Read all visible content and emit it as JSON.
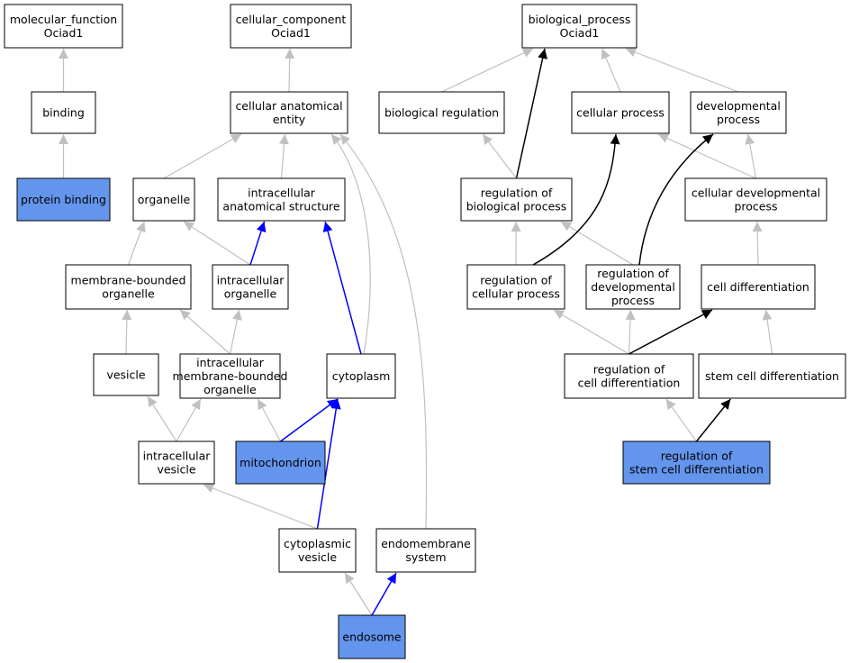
{
  "colors": {
    "highlight_fill": "#6495ed",
    "plain_fill": "#ffffff",
    "edge_gray": "#c0c0c0",
    "edge_black": "#000000",
    "edge_blue": "#0000ff"
  },
  "nodes": [
    {
      "id": "mf",
      "lines": [
        "molecular_function",
        "Ociad1"
      ],
      "highlight": false
    },
    {
      "id": "binding",
      "lines": [
        "binding"
      ],
      "highlight": false
    },
    {
      "id": "protein_binding",
      "lines": [
        "protein binding"
      ],
      "highlight": true
    },
    {
      "id": "cc",
      "lines": [
        "cellular_component",
        "Ociad1"
      ],
      "highlight": false
    },
    {
      "id": "cae",
      "lines": [
        "cellular anatomical",
        "entity"
      ],
      "highlight": false
    },
    {
      "id": "organelle",
      "lines": [
        "organelle"
      ],
      "highlight": false
    },
    {
      "id": "ias",
      "lines": [
        "intracellular",
        "anatomical structure"
      ],
      "highlight": false
    },
    {
      "id": "mbo",
      "lines": [
        "membrane-bounded",
        "organelle"
      ],
      "highlight": false
    },
    {
      "id": "io",
      "lines": [
        "intracellular",
        "organelle"
      ],
      "highlight": false
    },
    {
      "id": "vesicle",
      "lines": [
        "vesicle"
      ],
      "highlight": false
    },
    {
      "id": "imbo",
      "lines": [
        "intracellular",
        "membrane-bounded",
        "organelle"
      ],
      "highlight": false
    },
    {
      "id": "cytoplasm",
      "lines": [
        "cytoplasm"
      ],
      "highlight": false
    },
    {
      "id": "iv",
      "lines": [
        "intracellular",
        "vesicle"
      ],
      "highlight": false
    },
    {
      "id": "mito",
      "lines": [
        "mitochondrion"
      ],
      "highlight": true
    },
    {
      "id": "cv",
      "lines": [
        "cytoplasmic",
        "vesicle"
      ],
      "highlight": false
    },
    {
      "id": "ems",
      "lines": [
        "endomembrane",
        "system"
      ],
      "highlight": false
    },
    {
      "id": "endosome",
      "lines": [
        "endosome"
      ],
      "highlight": true
    },
    {
      "id": "bp",
      "lines": [
        "biological_process",
        "Ociad1"
      ],
      "highlight": false
    },
    {
      "id": "breg",
      "lines": [
        "biological regulation"
      ],
      "highlight": false
    },
    {
      "id": "cp",
      "lines": [
        "cellular process"
      ],
      "highlight": false
    },
    {
      "id": "dp",
      "lines": [
        "developmental",
        "process"
      ],
      "highlight": false
    },
    {
      "id": "rbp",
      "lines": [
        "regulation of",
        "biological process"
      ],
      "highlight": false
    },
    {
      "id": "cdp",
      "lines": [
        "cellular developmental",
        "process"
      ],
      "highlight": false
    },
    {
      "id": "rcp",
      "lines": [
        "regulation of",
        "cellular process"
      ],
      "highlight": false
    },
    {
      "id": "rdp",
      "lines": [
        "regulation of",
        "developmental",
        "process"
      ],
      "highlight": false
    },
    {
      "id": "cd",
      "lines": [
        "cell differentiation"
      ],
      "highlight": false
    },
    {
      "id": "rcd",
      "lines": [
        "regulation of",
        "cell differentiation"
      ],
      "highlight": false
    },
    {
      "id": "scd",
      "lines": [
        "stem cell differentiation"
      ],
      "highlight": false
    },
    {
      "id": "rscd",
      "lines": [
        "regulation of",
        "stem cell differentiation"
      ],
      "highlight": true
    }
  ],
  "edges": [
    {
      "from": "binding",
      "to": "mf",
      "color": "gray"
    },
    {
      "from": "protein_binding",
      "to": "binding",
      "color": "gray"
    },
    {
      "from": "cae",
      "to": "cc",
      "color": "gray"
    },
    {
      "from": "organelle",
      "to": "cae",
      "color": "gray"
    },
    {
      "from": "ias",
      "to": "cae",
      "color": "gray"
    },
    {
      "from": "cytoplasm",
      "to": "cae",
      "color": "gray"
    },
    {
      "from": "ems",
      "to": "cae",
      "color": "gray"
    },
    {
      "from": "mbo",
      "to": "organelle",
      "color": "gray"
    },
    {
      "from": "io",
      "to": "organelle",
      "color": "gray"
    },
    {
      "from": "io",
      "to": "ias",
      "color": "blue"
    },
    {
      "from": "cytoplasm",
      "to": "ias",
      "color": "blue"
    },
    {
      "from": "vesicle",
      "to": "mbo",
      "color": "gray"
    },
    {
      "from": "imbo",
      "to": "mbo",
      "color": "gray"
    },
    {
      "from": "imbo",
      "to": "io",
      "color": "gray"
    },
    {
      "from": "iv",
      "to": "vesicle",
      "color": "gray"
    },
    {
      "from": "iv",
      "to": "imbo",
      "color": "gray"
    },
    {
      "from": "mito",
      "to": "imbo",
      "color": "gray"
    },
    {
      "from": "mito",
      "to": "cytoplasm",
      "color": "blue"
    },
    {
      "from": "cv",
      "to": "iv",
      "color": "gray"
    },
    {
      "from": "cv",
      "to": "cytoplasm",
      "color": "blue"
    },
    {
      "from": "endosome",
      "to": "cv",
      "color": "gray"
    },
    {
      "from": "endosome",
      "to": "ems",
      "color": "blue"
    },
    {
      "from": "breg",
      "to": "bp",
      "color": "gray"
    },
    {
      "from": "rbp",
      "to": "bp",
      "color": "black"
    },
    {
      "from": "cp",
      "to": "bp",
      "color": "gray"
    },
    {
      "from": "dp",
      "to": "bp",
      "color": "gray"
    },
    {
      "from": "rbp",
      "to": "breg",
      "color": "gray"
    },
    {
      "from": "rcp",
      "to": "rbp",
      "color": "gray"
    },
    {
      "from": "rdp",
      "to": "rbp",
      "color": "gray"
    },
    {
      "from": "rcp",
      "to": "cp",
      "color": "black"
    },
    {
      "from": "cdp",
      "to": "cp",
      "color": "gray"
    },
    {
      "from": "rdp",
      "to": "dp",
      "color": "black"
    },
    {
      "from": "cdp",
      "to": "dp",
      "color": "gray"
    },
    {
      "from": "cd",
      "to": "cdp",
      "color": "gray"
    },
    {
      "from": "rcd",
      "to": "rcp",
      "color": "gray"
    },
    {
      "from": "rcd",
      "to": "rdp",
      "color": "gray"
    },
    {
      "from": "rcd",
      "to": "cd",
      "color": "black"
    },
    {
      "from": "scd",
      "to": "cd",
      "color": "gray"
    },
    {
      "from": "rscd",
      "to": "rcd",
      "color": "gray"
    },
    {
      "from": "rscd",
      "to": "scd",
      "color": "black"
    }
  ]
}
